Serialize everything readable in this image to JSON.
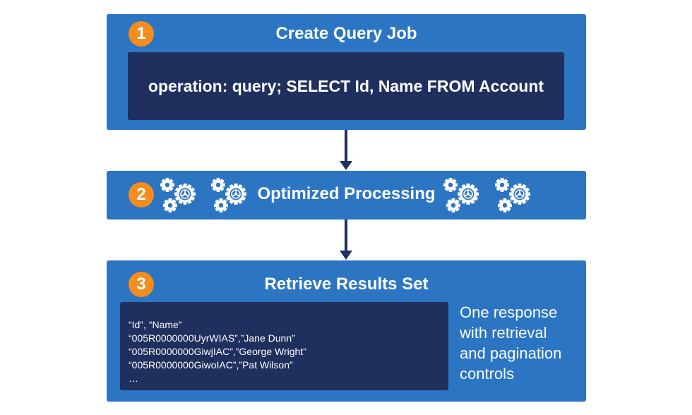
{
  "steps": [
    {
      "number": "1",
      "title": "Create Query Job",
      "query": "operation: query; SELECT Id, Name FROM Account"
    },
    {
      "number": "2",
      "title": "Optimized Processing",
      "icons": [
        "gears-icon",
        "gears-icon",
        "gears-icon",
        "gears-icon"
      ]
    },
    {
      "number": "3",
      "title": "Retrieve Results Set",
      "result_lines": [
        "“Id”, “Name”",
        "“005R0000000UyrWIAS”,”Jane Dunn”",
        "“005R0000000GiwjIAC”,”George Wright”",
        "“005R0000000GiwoIAC”,”Pat Wilson”",
        "…"
      ],
      "note_lines": [
        "One response",
        "with retrieval",
        "and pagination",
        "controls"
      ]
    }
  ],
  "colors": {
    "step_background": "#2b75c2",
    "code_background": "#1f2f5e",
    "badge": "#f38d1e",
    "arrow": "#1f2f5e",
    "text": "#ffffff"
  }
}
